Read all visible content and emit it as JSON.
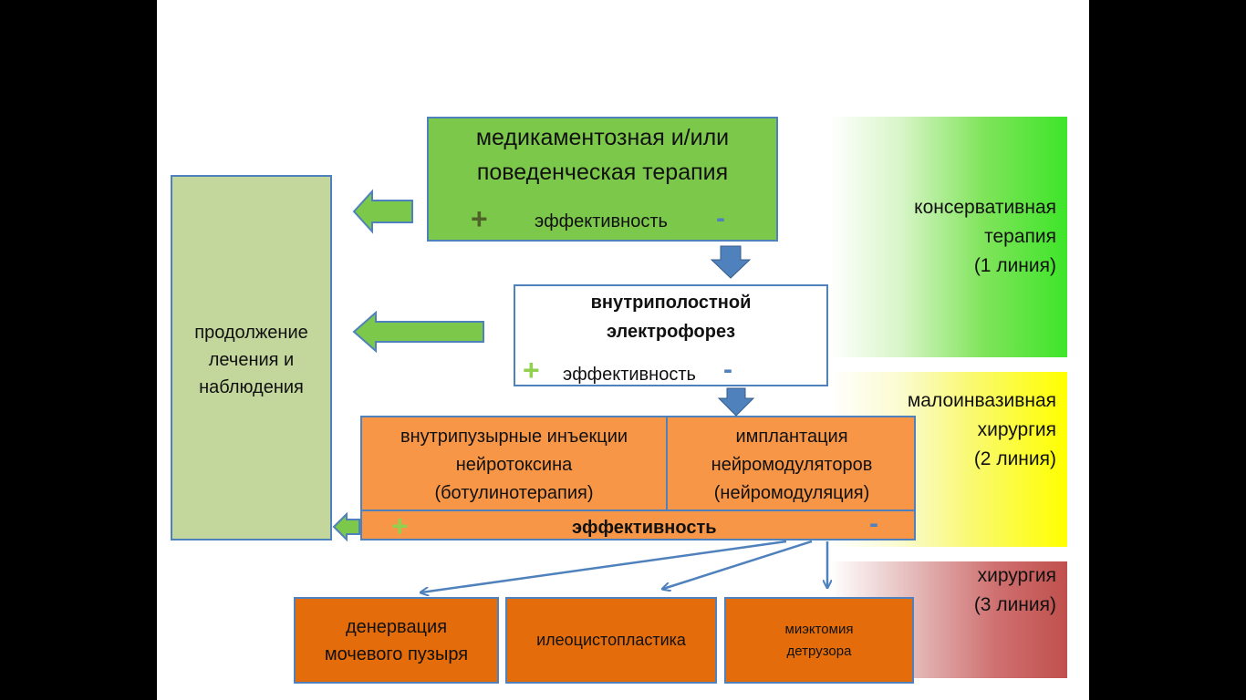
{
  "bands": {
    "conservative": {
      "lines": [
        "консервативная",
        "терапия",
        "(1 линия)"
      ],
      "color": "#3ee52a"
    },
    "minimally_invasive": {
      "lines": [
        "малоинвазивная",
        "хирургия",
        "(2 линия)"
      ],
      "color": "#ffff00"
    },
    "surgery": {
      "lines": [
        "хирургия",
        "(3 линия)"
      ],
      "color": "#c0504d"
    }
  },
  "continue_box": {
    "lines": [
      "продолжение",
      "лечения и",
      "наблюдения"
    ]
  },
  "drug_therapy": {
    "lines": [
      "медикаментозная и/или",
      "поведенческая терапия"
    ],
    "efficacy": "эффективность",
    "plus": "+",
    "minus": "-"
  },
  "electrophoresis": {
    "lines": [
      "внутриполостной",
      "электрофорез"
    ],
    "efficacy": "эффективность",
    "plus": "+",
    "minus": "-"
  },
  "second_line": {
    "botox": {
      "lines": [
        "внутрипузырные инъекции",
        "нейротоксина",
        "(ботулинотерапия)"
      ]
    },
    "neuromod": {
      "lines": [
        "имплантация",
        "нейромодуляторов",
        "(нейромодуляция)"
      ]
    },
    "efficacy": "эффективность",
    "plus": "+",
    "minus": "-"
  },
  "third_line": {
    "denervation": {
      "lines": [
        "денервация",
        "мочевого пузыря"
      ]
    },
    "ileocystoplasty": {
      "lines": [
        "илеоцистопластика"
      ]
    },
    "myectomy": {
      "lines": [
        "миэктомия",
        "детрузора"
      ]
    }
  },
  "colors": {
    "green_box": "#7cc84a",
    "left_box": "#c3d69b",
    "orange_box": "#f79646",
    "dark_orange_box": "#e46c0a",
    "border": "#4f81bd",
    "plus_dark": "#4f6228",
    "plus_light": "#92d050"
  }
}
